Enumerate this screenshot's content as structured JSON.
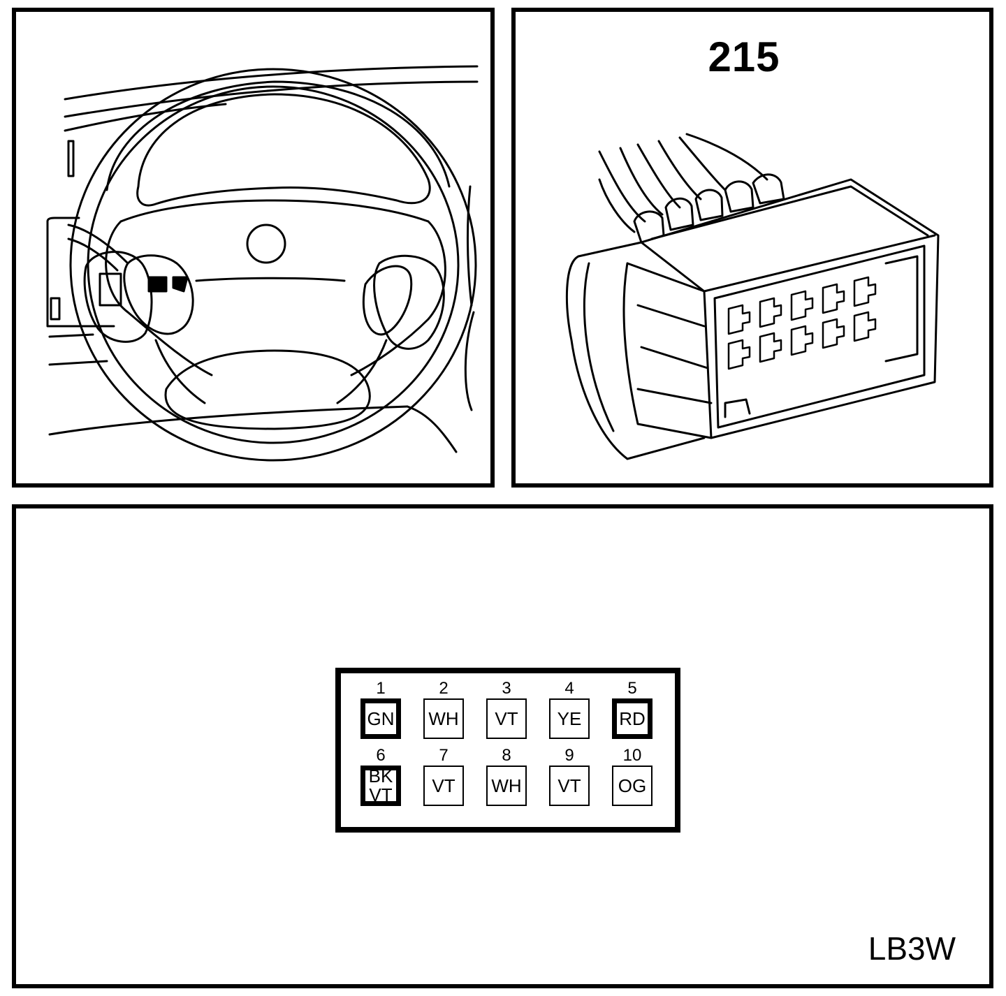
{
  "connector": {
    "number": "215",
    "figure_code": "LB3W"
  },
  "pinout": {
    "pins": [
      {
        "number": "1",
        "lines": [
          "GN"
        ],
        "heavy": true
      },
      {
        "number": "2",
        "lines": [
          "WH"
        ],
        "heavy": false
      },
      {
        "number": "3",
        "lines": [
          "VT"
        ],
        "heavy": false
      },
      {
        "number": "4",
        "lines": [
          "YE"
        ],
        "heavy": false
      },
      {
        "number": "5",
        "lines": [
          "RD"
        ],
        "heavy": true
      },
      {
        "number": "6",
        "lines": [
          "BK",
          "VT"
        ],
        "heavy": true
      },
      {
        "number": "7",
        "lines": [
          "VT"
        ],
        "heavy": false
      },
      {
        "number": "8",
        "lines": [
          "WH"
        ],
        "heavy": false
      },
      {
        "number": "9",
        "lines": [
          "VT"
        ],
        "heavy": false
      },
      {
        "number": "10",
        "lines": [
          "OG"
        ],
        "heavy": false
      }
    ]
  }
}
